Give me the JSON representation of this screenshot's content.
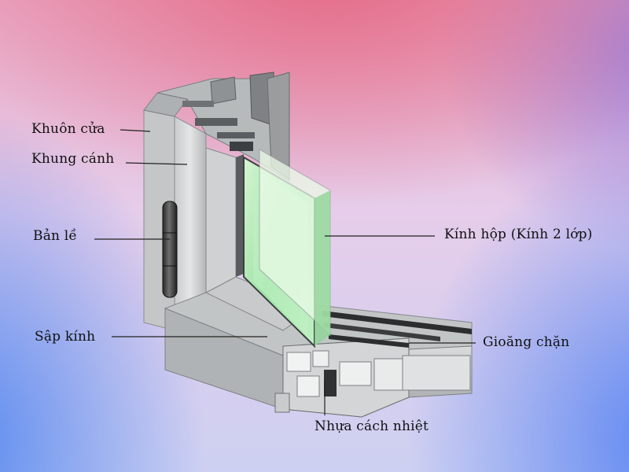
{
  "labels": {
    "khuon_cua": "Khuôn cửa",
    "khung_canh": "Khung cánh",
    "ban_le": "Bản lề",
    "sap_kinh": "Sập kính",
    "kinh_hop": "Kính hộp (Kính 2 lớp)",
    "gioang_chan": "Gioăng chặn",
    "nhua_cach_nhiet": "Nhựa cách nhiệt"
  }
}
